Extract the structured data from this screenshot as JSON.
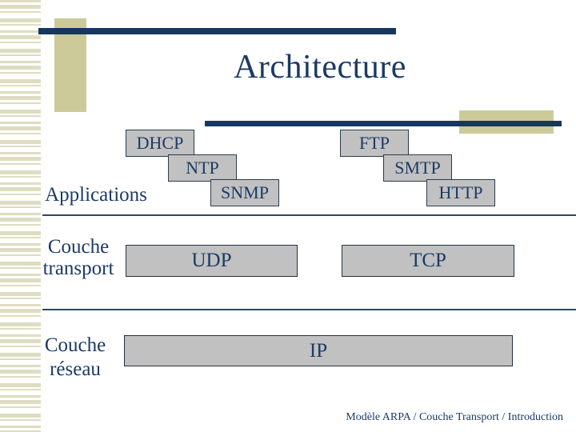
{
  "title": "Architecture",
  "layers": {
    "application": {
      "label": "Applications",
      "left_protocols": [
        "DHCP",
        "NTP",
        "SNMP"
      ],
      "right_protocols": [
        "FTP",
        "SMTP",
        "HTTP"
      ]
    },
    "transport": {
      "label": "Couche transport",
      "protocols": [
        "UDP",
        "TCP"
      ]
    },
    "network": {
      "label": "Couche réseau",
      "protocols": [
        "IP"
      ]
    }
  },
  "footer": "Modèle ARPA / Couche Transport / Introduction",
  "colors": {
    "navy_text": "#1b3a66",
    "navy_line": "#17375e",
    "tan": "#ccca99",
    "stripe_beige": "#deddc2",
    "box_fill": "#c1c1c1",
    "box_border": "#2a3b4d"
  }
}
